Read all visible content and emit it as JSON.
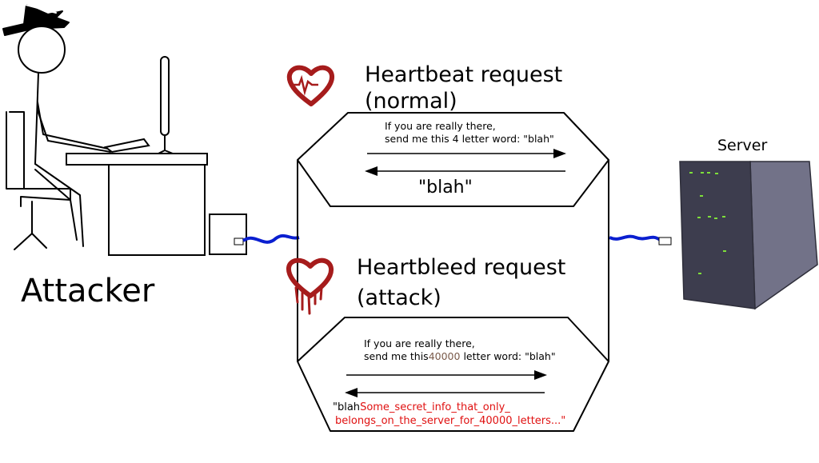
{
  "attacker": {
    "label": "Attacker"
  },
  "server": {
    "label": "Server"
  },
  "normal": {
    "title_line1": "Heartbeat request",
    "title_line2": "(normal)",
    "msg_line1": "If you are really there,",
    "msg_line2": "send me this 4 letter word: \"blah\"",
    "reply": "\"blah\""
  },
  "attack": {
    "title_line1": "Heartbleed request",
    "title_line2": "(attack)",
    "msg_line1": "If you are really there,",
    "msg_line2_prefix": "send me this",
    "msg_line2_number": "40000",
    "msg_line2_suffix": "letter word: \"blah\"",
    "reply_prefix": "\"blah",
    "reply_secret_line1": "Some_secret_info_that_only_",
    "reply_secret_line2": "belongs_on_the_server_for_40000_letters...\""
  },
  "colors": {
    "heart": "#a61c1c",
    "cable": "#0a1fd0",
    "server_front": "#3d3d4e",
    "server_side": "#727288",
    "server_led": "#7ee03a",
    "secret_text": "#e01010"
  },
  "icons": [
    "heartbeat-heart-icon",
    "bleeding-heart-icon",
    "server-icon",
    "attacker-figure-icon",
    "computer-icon"
  ]
}
